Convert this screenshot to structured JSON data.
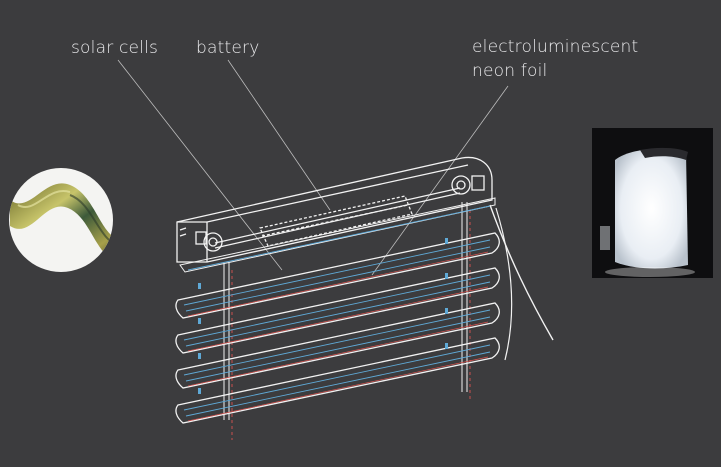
{
  "labels": {
    "solar_cells": "solar cells",
    "battery": "battery",
    "neon_foil_line1": "electroluminescent",
    "neon_foil_line2": "neon foil"
  },
  "colors": {
    "background": "#3c3c3e",
    "line": "#f2f2f2",
    "leader": "#bdbdbd",
    "wire_blue": "#5fa9d6",
    "wire_red": "#d9534f"
  },
  "illustrations": {
    "left_inset": "solar-film-photo",
    "right_inset": "glowing-neon-foil-photo"
  }
}
